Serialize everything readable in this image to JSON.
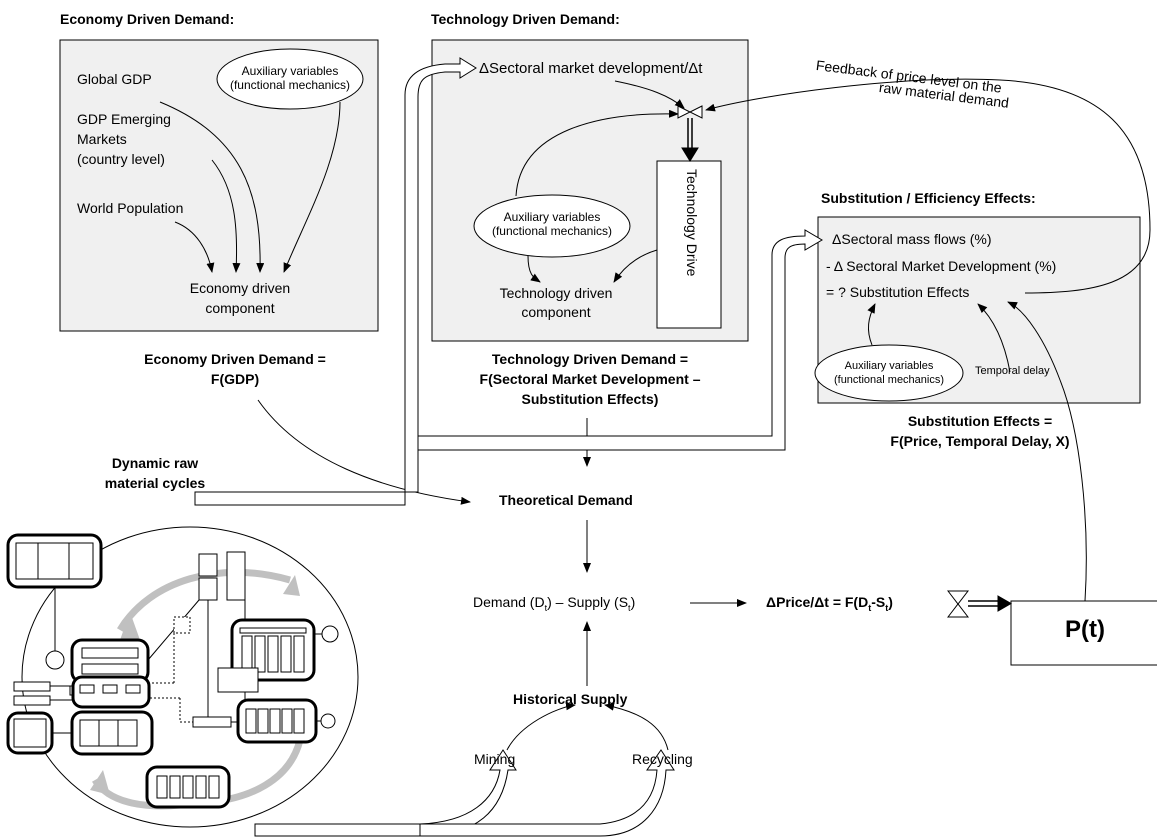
{
  "economy": {
    "heading": "Economy Driven Demand:",
    "global_gdp": "Global GDP",
    "gdp_emerging": [
      "GDP Emerging",
      "Markets",
      "(country level)"
    ],
    "world_population": "World Population",
    "aux": [
      "Auxiliary variables",
      "(functional mechanics)"
    ],
    "component": [
      "Economy driven",
      "component"
    ],
    "formula": [
      "Economy Driven Demand =",
      "F(GDP)"
    ]
  },
  "technology": {
    "heading": "Technology Driven Demand:",
    "market_dev": "ΔSectoral market development/Δt",
    "drive": "Technology Drive",
    "aux": [
      "Auxiliary variables",
      "(functional mechanics)"
    ],
    "component": [
      "Technology driven",
      "component"
    ],
    "formula": [
      "Technology Driven Demand =",
      "F(Sectoral Market Development –",
      "Substitution Effects)"
    ]
  },
  "feedback": [
    "Feedback of price level on the",
    "raw material demand"
  ],
  "substitution": {
    "heading": "Substitution / Efficiency Effects:",
    "line1": "ΔSectoral mass flows (%)",
    "line2": "- Δ Sectoral Market Development (%)",
    "line3": "= ?  Substitution Effects",
    "aux": [
      "Auxiliary variables",
      "(functional mechanics)"
    ],
    "temporal_delay": "Temporal delay",
    "formula": [
      "Substitution Effects =",
      "F(Price, Temporal Delay, X)"
    ]
  },
  "cycles_label": [
    "Dynamic raw",
    "material cycles"
  ],
  "theoretical_demand": "Theoretical Demand",
  "demand_supply": {
    "demand": "Demand (D",
    "demand_sub": "t",
    "mid": ") – Supply (S",
    "supply_sub": "t",
    "end": ")"
  },
  "price_formula": {
    "lhs": "ΔPrice/Δt  = F(D",
    "d_sub": "t",
    "dash": "-S",
    "s_sub": "t",
    "end": ")"
  },
  "price_stock": "P(t)",
  "historical_supply": "Historical Supply",
  "mining": "Mining",
  "recycling": "Recycling"
}
